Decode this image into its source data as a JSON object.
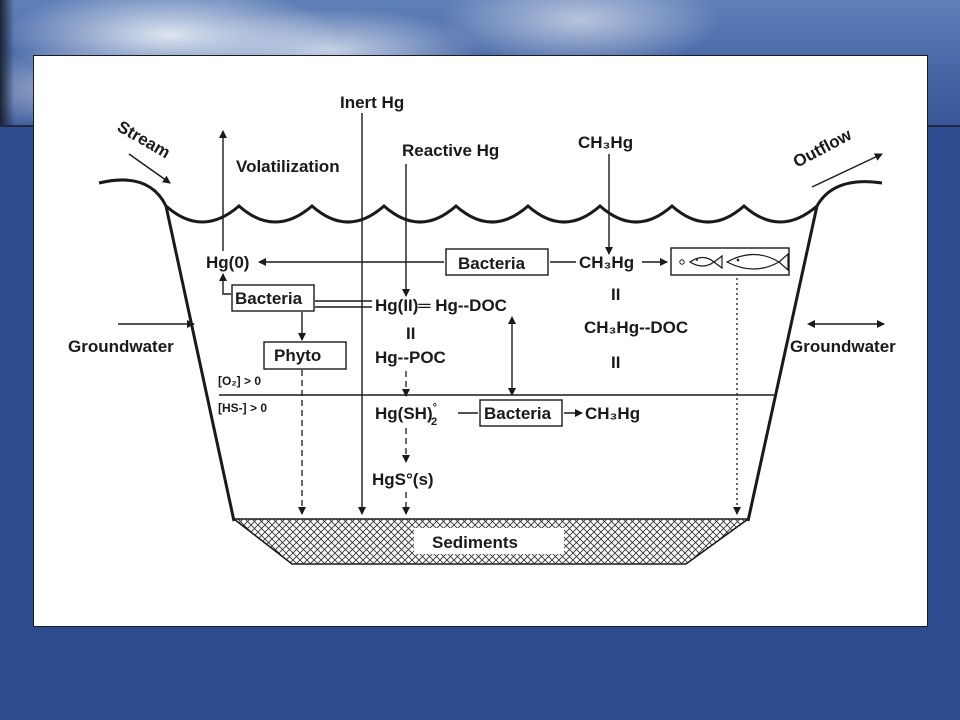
{
  "diagram": {
    "stream": "Stream",
    "outflow": "Outflow",
    "volatilization": "Volatilization",
    "inert_hg": "Inert Hg",
    "reactive_hg": "Reactive Hg",
    "ch3hg_top": "CH₃Hg",
    "hg0": "Hg(0)",
    "bacteria_top": "Bacteria",
    "ch3hg_mid": "CH₃Hg",
    "bacteria_left": "Bacteria",
    "hg2_doc": "Hg(II)═ Hg--DOC",
    "equals_1": "II",
    "hg_poc": "Hg--POC",
    "equals_2": "II",
    "ch3hg_doc": "CH₃Hg--DOC",
    "equals_3": "II",
    "phyto": "Phyto",
    "groundwater_left": "Groundwater",
    "groundwater_right": "Groundwater",
    "o2": "[O₂] > 0",
    "hs": "[HS-] > 0",
    "hgsh2": "Hg(SH)",
    "hgsh2_sup": "°",
    "hgsh2_sub": "2",
    "bacteria_bottom": "Bacteria",
    "ch3hg_bottom": "CH₃Hg",
    "hgs": "HgS°(s)",
    "sediments": "Sediments",
    "fish_icon": "fish-icon"
  }
}
